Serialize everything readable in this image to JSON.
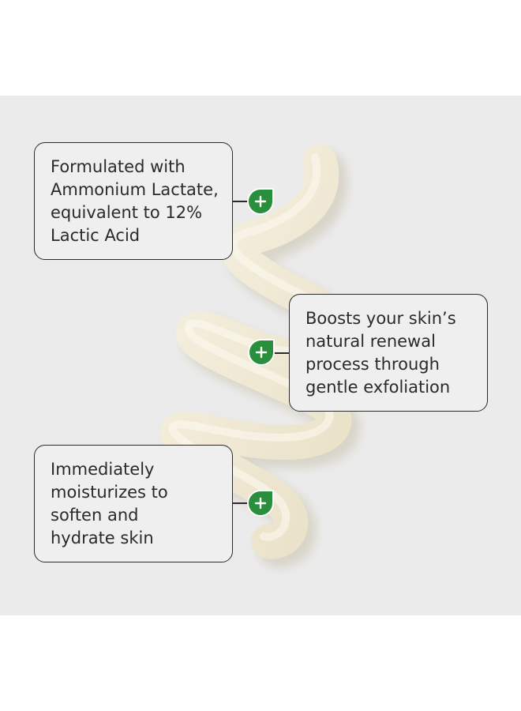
{
  "callouts": [
    {
      "text": "Formulated with\nAmmonium Lactate,\nequivalent to 12%\nLactic Acid"
    },
    {
      "text": "Boosts your skin’s\nnatural renewal\nprocess through\ngentle exfoliation"
    },
    {
      "text": "Immediately\nmoisturizes to\nsoften and\nhydrate skin"
    }
  ],
  "badge_icon": "plus-icon",
  "colors": {
    "background": "#ebebeb",
    "cream": "#f1ead6",
    "badge": "#2a8f3c",
    "border": "#2b2b2b"
  }
}
